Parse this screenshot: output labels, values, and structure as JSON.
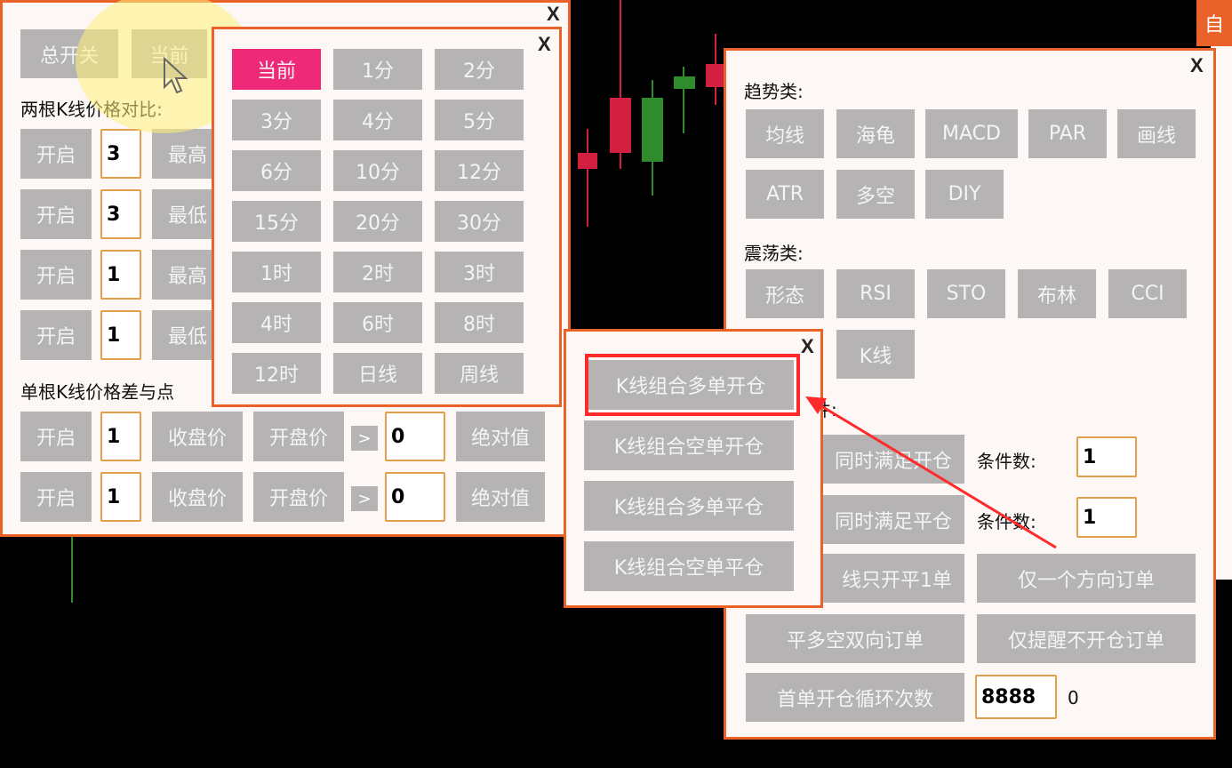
{
  "colors": {
    "accent": "#e8622a",
    "button": "#b5b3b3",
    "selected": "#ee2a78",
    "bull": "#2e8b2e",
    "bear": "#d42040",
    "highlight": "#ff2a2a"
  },
  "top_right_label": "自",
  "main_panel": {
    "close_label": "X",
    "master_switch": "总开关",
    "current_tf_button": "当前",
    "section_two_bar": "两根K线价格对比:",
    "rows": [
      {
        "toggle": "开启",
        "value": "3",
        "field": "最高"
      },
      {
        "toggle": "开启",
        "value": "3",
        "field": "最低"
      },
      {
        "toggle": "开启",
        "value": "1",
        "field": "最高"
      },
      {
        "toggle": "开启",
        "value": "1",
        "field": "最低"
      }
    ],
    "section_single_bar": "单根K线价格差与点",
    "diff_rows": [
      {
        "toggle": "开启",
        "value": "1",
        "a": "收盘价",
        "b": "开盘价",
        "op": ">",
        "threshold": "0",
        "mode": "绝对值"
      },
      {
        "toggle": "开启",
        "value": "1",
        "a": "收盘价",
        "b": "开盘价",
        "op": ">",
        "threshold": "0",
        "mode": "绝对值"
      }
    ]
  },
  "timeframe_panel": {
    "close_label": "X",
    "options": [
      "当前",
      "1分",
      "2分",
      "3分",
      "4分",
      "5分",
      "6分",
      "10分",
      "12分",
      "15分",
      "20分",
      "30分",
      "1时",
      "2时",
      "3时",
      "4时",
      "6时",
      "8时",
      "12时",
      "日线",
      "周线"
    ],
    "selected": "当前"
  },
  "indicator_panel": {
    "close_label": "X",
    "trend_title": "趋势类:",
    "trend_buttons": [
      "均线",
      "海龟",
      "MACD",
      "PAR",
      "画线",
      "ATR",
      "多空",
      "DIY"
    ],
    "osc_title": "震荡类:",
    "osc_buttons": [
      "形态",
      "RSI",
      "STO",
      "布林",
      "CCI"
    ],
    "kline_button": "K线",
    "cond_suffix": "件:",
    "open_all_partial": "同时满足开仓",
    "close_all_partial": "同时满足平仓",
    "cond_count_label": "条件数:",
    "cond_count_open": "1",
    "cond_count_close": "1",
    "one_order_partial": "线只开平1单",
    "one_direction": "仅一个方向订单",
    "flat_both": "平多空双向订单",
    "alert_only": "仅提醒不开仓订单",
    "loop_label": "首单开仓循环次数",
    "loop_value": "8888",
    "loop_count": "0"
  },
  "kline_popup": {
    "close_label": "X",
    "buttons": [
      "K线组合多单开仓",
      "K线组合空单开仓",
      "K线组合多单平仓",
      "K线组合空单平仓"
    ]
  }
}
